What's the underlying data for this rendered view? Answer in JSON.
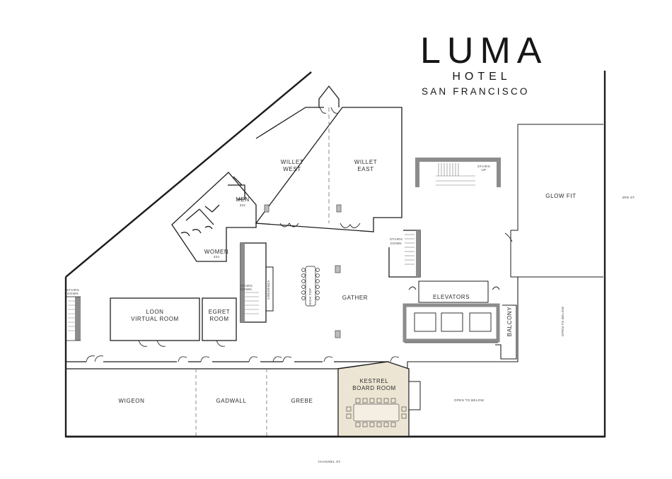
{
  "brand": {
    "name": "LUMA",
    "line2": "HOTEL",
    "line3": "SAN FRANCISCO"
  },
  "streets": {
    "east": "3RD ST.",
    "south": "CHANNEL ST."
  },
  "rooms": {
    "willet_west": [
      "WILLET",
      "WEST"
    ],
    "willet_east": [
      "WILLET",
      "EAST"
    ],
    "men": "MEN",
    "men_num": "332",
    "women": "WOMEN",
    "women_num": "334",
    "glow_fit": "GLOW FIT",
    "gather": "GATHER",
    "elevators": "ELEVATORS",
    "balcony": "BALCONY",
    "loon": [
      "LOON",
      "VIRTUAL ROOM"
    ],
    "egret": [
      "EGRET",
      "ROOM"
    ],
    "wigeon": "WIGEON",
    "gadwall": "GADWALL",
    "grebe": "GREBE",
    "kestrel": [
      "KESTREL",
      "BOARD ROOM"
    ]
  },
  "notes": {
    "stairs_up": [
      "STAIRS",
      "UP"
    ],
    "stairs_down": [
      "STAIRS",
      "DOWN"
    ],
    "credenza": "CREDENZA",
    "high_top": "HIGH TOP",
    "open_to_below": "OPEN TO BELOW"
  },
  "colors": {
    "kestrel_highlight": "#ece5d3",
    "wall": "#1e1e1e",
    "stair_gray": "#8c8c8c"
  }
}
